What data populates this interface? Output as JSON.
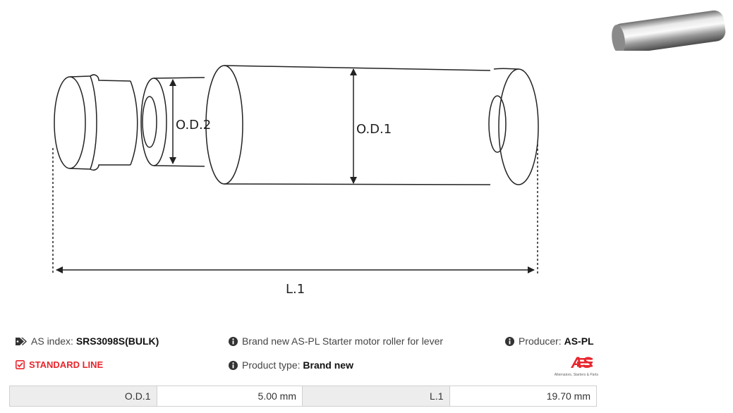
{
  "drawing": {
    "od1_label": "O.D.1",
    "od2_label": "O.D.2",
    "l1_label": "L.1"
  },
  "info": {
    "as_index_label": "AS index:",
    "as_index_value": "SRS3098S(BULK)",
    "description": "Brand new AS-PL Starter motor roller for lever",
    "producer_label": "Producer:",
    "producer_value": "AS-PL",
    "line": "STANDARD LINE",
    "product_type_label": "Product type:",
    "product_type_value": "Brand new"
  },
  "logo": {
    "mark": "AS",
    "tagline": "Alternators, Starters & Parts"
  },
  "specs": [
    {
      "label": "O.D.1",
      "value": "5.00 mm"
    },
    {
      "label": "L.1",
      "value": "19.70 mm"
    }
  ],
  "colors": {
    "accent_red": "#e8262d",
    "table_label_bg": "#ededed"
  }
}
